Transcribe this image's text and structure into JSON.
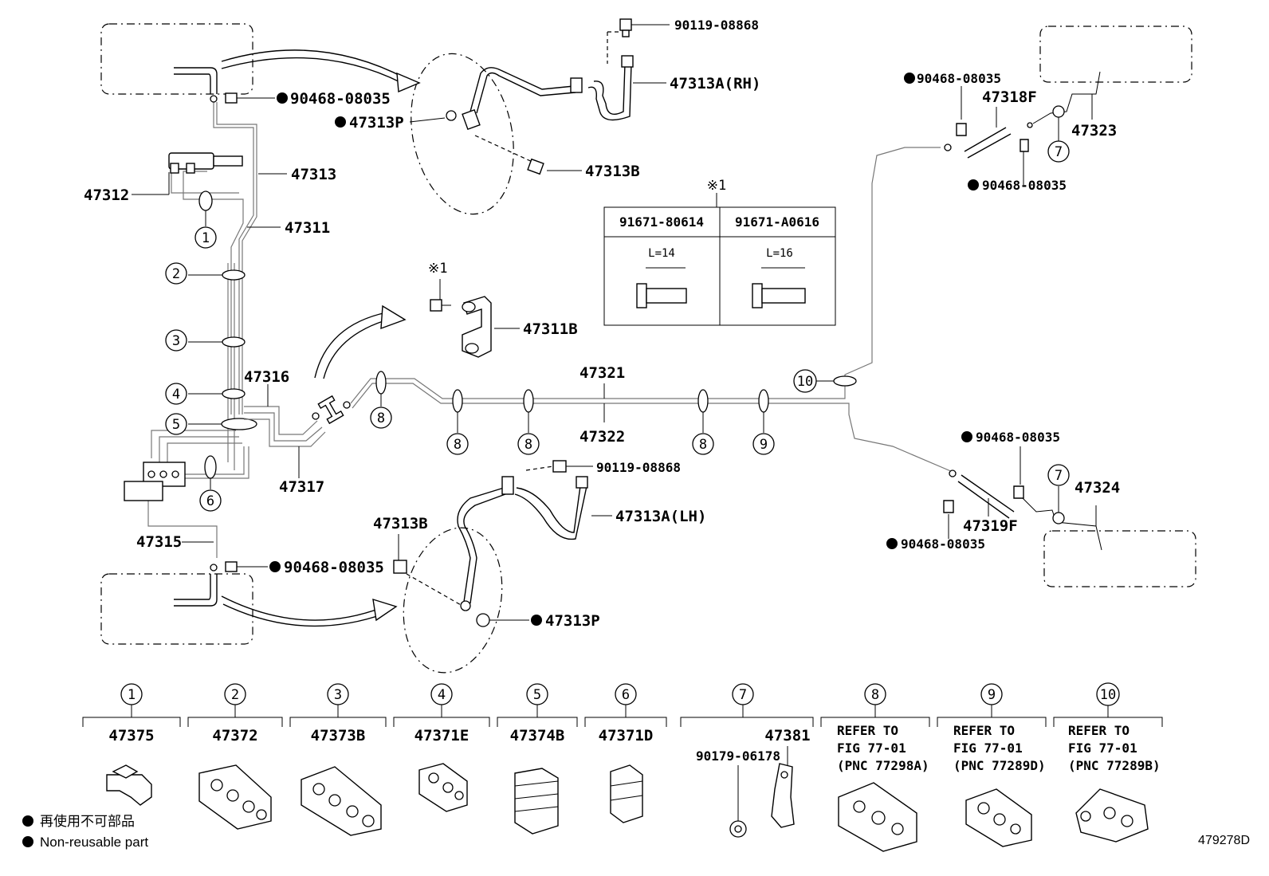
{
  "labels": {
    "p90119_top": "90119-08868",
    "p47313A_RH": "47313A(RH)",
    "p90468_a": "90468-08035",
    "p47313P_top": "47313P",
    "p47313B_top": "47313B",
    "p47313": "47313",
    "p47312": "47312",
    "p47311": "47311",
    "p47311B": "47311B",
    "p47316": "47316",
    "p47317": "47317",
    "p47315": "47315",
    "p90468_b": "90468-08035",
    "p47321": "47321",
    "p47322": "47322",
    "p90119_mid": "90119-08868",
    "p47313A_LH": "47313A(LH)",
    "p47313B_bot": "47313B",
    "p47313P_bot": "47313P",
    "p90468_c": "90468-08035",
    "p47318F": "47318F",
    "p47323": "47323",
    "p90468_d": "90468-08035",
    "p90468_e": "90468-08035",
    "p47319F": "47319F",
    "p47324": "47324",
    "p90468_f": "90468-08035"
  },
  "bolt_table": {
    "ref_mark": "※1",
    "col1_part": "91671-80614",
    "col2_part": "91671-A0616",
    "col1_length": "L=14",
    "col2_length": "L=16"
  },
  "ref_mark_small": "※1",
  "callouts": {
    "c1": "1",
    "c2": "2",
    "c3": "3",
    "c4": "4",
    "c5": "5",
    "c6": "6",
    "c7": "7",
    "c8": "8",
    "c9": "9",
    "c10": "10"
  },
  "clamps": [
    {
      "num": "1",
      "part": "47375"
    },
    {
      "num": "2",
      "part": "47372"
    },
    {
      "num": "3",
      "part": "47373B"
    },
    {
      "num": "4",
      "part": "47371E"
    },
    {
      "num": "5",
      "part": "47374B"
    },
    {
      "num": "6",
      "part": "47371D"
    },
    {
      "num": "7",
      "part": "47381",
      "extra": "90179-06178"
    },
    {
      "num": "8",
      "line1": "REFER TO",
      "line2": "FIG 77-01",
      "line3": "(PNC 77298A)"
    },
    {
      "num": "9",
      "line1": "REFER TO",
      "line2": "FIG 77-01",
      "line3": "(PNC 77289D)"
    },
    {
      "num": "10",
      "line1": "REFER TO",
      "line2": "FIG 77-01",
      "line3": "(PNC 77289B)"
    }
  ],
  "legend": {
    "line1": "再使用不可部品",
    "line2": "Non-reusable part"
  },
  "doc_id": "479278D"
}
